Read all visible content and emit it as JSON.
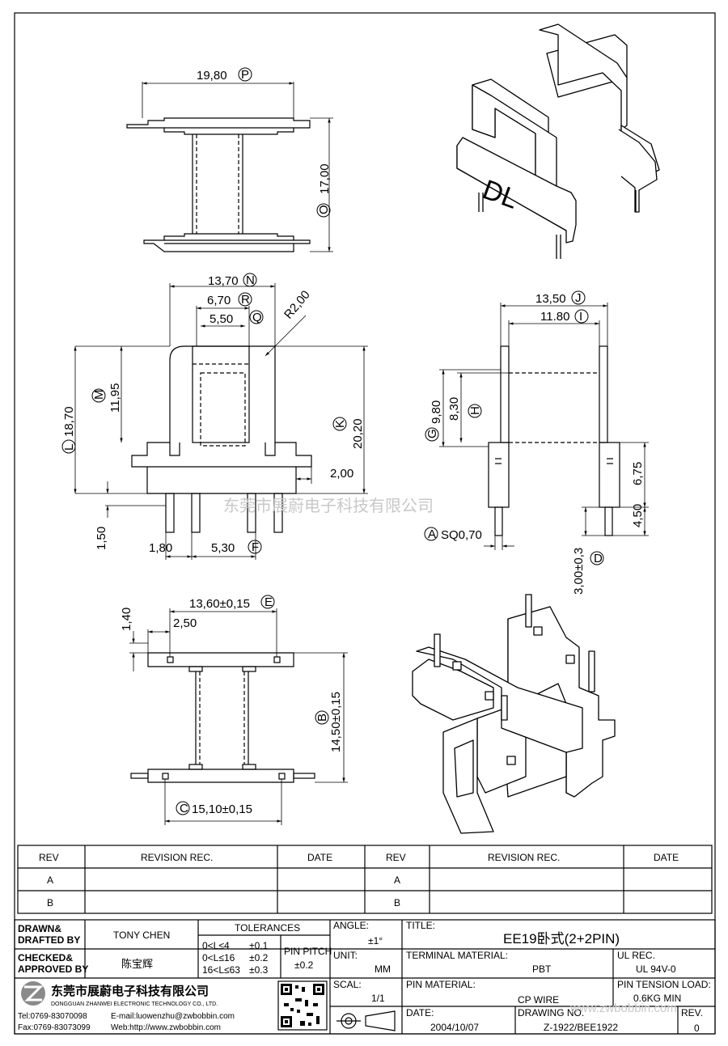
{
  "views": {
    "top": {
      "dim_p": "19,80",
      "dim_o": "17,00",
      "label_p": "P",
      "label_o": "O"
    },
    "front": {
      "dim_n": "13,70",
      "dim_r": "6,70",
      "dim_q": "5,50",
      "radius": "R2,00",
      "dim_m": "11,95",
      "dim_l": "18,70",
      "dim_k": "20,20",
      "dim_200": "2,00",
      "dim_150": "1,50",
      "dim_180": "1,80",
      "dim_f": "5,30",
      "label_n": "N",
      "label_r": "R",
      "label_q": "Q",
      "label_m": "M",
      "label_l": "L",
      "label_k": "K",
      "label_f": "F"
    },
    "side": {
      "dim_j": "13,50",
      "dim_i": "11.80",
      "dim_g": "9,80",
      "dim_h": "8,30",
      "dim_675": "6,75",
      "dim_450": "4,50",
      "dim_a": "SQ0,70",
      "dim_d": "3,00±0,3",
      "label_j": "J",
      "label_i": "I",
      "label_g": "G",
      "label_h": "H",
      "label_a": "A",
      "label_d": "D"
    },
    "bottom": {
      "dim_e": "13,60±0,15",
      "dim_140": "1,40",
      "dim_250": "2,50",
      "dim_b": "14,50±0,15",
      "dim_c": "15,10±0,15",
      "label_e": "E",
      "label_b": "B",
      "label_c": "C"
    },
    "iso_text": "DL"
  },
  "watermark": "东莞市展蔚电子科技有限公司",
  "revision_table": {
    "headers": [
      "REV",
      "REVISION REC.",
      "DATE",
      "REV",
      "REVISION REC.",
      "DATE"
    ],
    "rows": [
      [
        "A",
        "",
        "",
        "A",
        "",
        ""
      ],
      [
        "B",
        "",
        "",
        "B",
        "",
        ""
      ]
    ]
  },
  "title_block": {
    "drawn_label": "DRAWN&\nDRAFTED BY",
    "drawn_line1": "DRAWN&",
    "drawn_line2": "DRAFTED BY",
    "drawn_value": "TONY CHEN",
    "checked_line1": "CHECKED&",
    "checked_line2": "APPROVED BY",
    "checked_value": "陈宝辉",
    "tolerances_label": "TOLERANCES",
    "tol1": "0<L≤4",
    "tol1v": "±0.1",
    "tol2": "0<L≤16",
    "tol2v": "±0.2",
    "tol3": "16<L≤63",
    "tol3v": "±0.3",
    "pin_pitch_label": "PIN PITCH",
    "pin_pitch_value": "±0.2",
    "angle_label": "ANGLE:",
    "angle_value": "±1°",
    "unit_label": "UNIT:",
    "unit_value": "MM",
    "scale_label": "SCAL:",
    "scale_value": "1/1",
    "title_label": "TITLE:",
    "title_value": "EE19卧式(2+2PIN)",
    "terminal_label": "TERMINAL MATERIAL:",
    "terminal_value": "PBT",
    "ul_label": "UL REC.",
    "ul_value": "UL 94V-0",
    "pin_material_label": "PIN MATERIAL:",
    "pin_material_value": "CP WIRE",
    "tension_label": "PIN TENSION LOAD:",
    "tension_value": "0.6KG MIN",
    "date_label": "DATE:",
    "date_value": "2004/10/07",
    "drawing_no_label": "DRAWING NO.",
    "drawing_no_value": "Z-1922/BEE1922",
    "rev_label": "REV.",
    "rev_value": "0",
    "company_cn": "东莞市展蔚电子科技有限公司",
    "company_en": "DONGGUAN ZHANWEI ELECTRONIC TECHNOLOGY CO., LTD.",
    "tel": "Tel:0769-83070098",
    "email": "E-mail:luowenzhu@zwbobbin.com",
    "fax": "Fax:0769-83073099",
    "web": "Web:http://www.zwbobbin.com",
    "site_watermark": "www.zwbobbin.com"
  }
}
